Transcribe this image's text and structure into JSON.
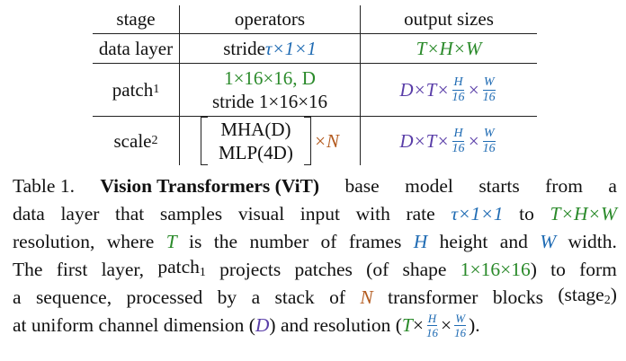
{
  "table": {
    "headers": [
      "stage",
      "operators",
      "output sizes"
    ],
    "rows": [
      {
        "stage": "data layer",
        "op_lines": [
          [
            "stride ",
            "τ×1×1"
          ]
        ],
        "out": "T×H×W"
      },
      {
        "stage": "patch",
        "stage_sub": "1",
        "op_lines": [
          "1×16×16, D",
          "stride 1×16×16"
        ],
        "out_prefix": "D×T×",
        "out_frac1": {
          "num": "H",
          "den": "16"
        },
        "out_times": "×",
        "out_frac2": {
          "num": "W",
          "den": "16"
        }
      },
      {
        "stage": "scale",
        "stage_sub": "2",
        "op_lines": [
          "MHA(D)",
          "MLP(4D)"
        ],
        "repeat": "×N",
        "out_prefix": "D×T×",
        "out_frac1": {
          "num": "H",
          "den": "16"
        },
        "out_times": "×",
        "out_frac2": {
          "num": "W",
          "den": "16"
        }
      }
    ]
  },
  "caption": {
    "label": "Table 1.",
    "bold": "Vision Transformers (ViT)",
    "line1_rest": [
      "base",
      "model",
      "starts",
      "from",
      "a"
    ],
    "line2": [
      "data",
      "layer",
      "that",
      "samples",
      "visual",
      "input",
      "with",
      "rate",
      "τ×1×1",
      "to",
      "T×H×W"
    ],
    "line3": [
      "resolution,",
      "where",
      "T",
      "is",
      "the",
      "number",
      "of",
      "frames",
      "H",
      "height",
      "and",
      "W",
      "width."
    ],
    "line4_pre": [
      "The",
      "first",
      "layer,",
      "patch"
    ],
    "line4_sub": "1",
    "line4_post": [
      "projects",
      "patches",
      "(of",
      "shape",
      "1×16×16)",
      "to",
      "form"
    ],
    "line5": [
      "a",
      "sequence,",
      "processed",
      "by",
      "a",
      "stack",
      "of",
      "N",
      "transformer",
      "blocks",
      "(stage"
    ],
    "line5_sub": "2",
    "line5_end": ")",
    "line6_text": "at uniform channel dimension (",
    "line6_D": "D",
    "line6_mid": ") and resolution (",
    "line6_T": "T",
    "line6_times1": "×",
    "line6_frac1": {
      "num": "H",
      "den": "16"
    },
    "line6_times2": "×",
    "line6_frac2": {
      "num": "W",
      "den": "16"
    },
    "line6_end": ")."
  }
}
